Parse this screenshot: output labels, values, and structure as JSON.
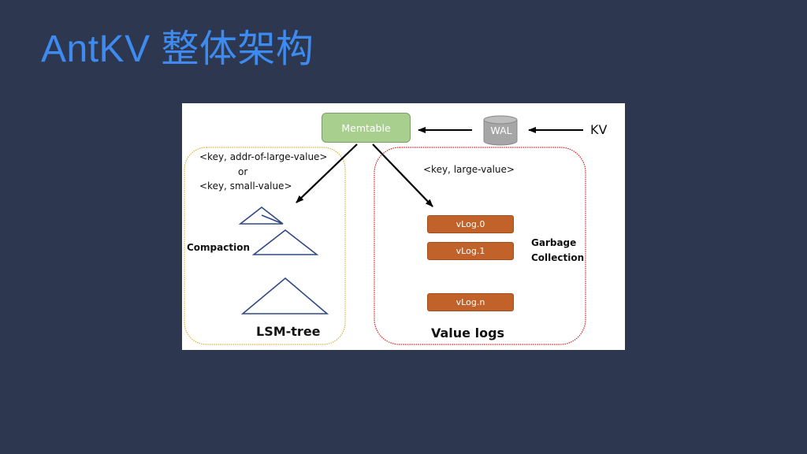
{
  "slide": {
    "title": "AntKV 整体架构",
    "background_color": "#2d3850",
    "title_color": "#3d8bf0"
  },
  "diagram": {
    "nodes": {
      "memtable": "Memtable",
      "wal": "WAL",
      "kv": "KV",
      "vlogs": [
        "vLog.0",
        "vLog.1",
        "vLog.n"
      ]
    },
    "labels": {
      "lsm_key_addr": "<key, addr-of-large-value>",
      "lsm_or": "or",
      "lsm_key_small": "<key, small-value>",
      "vlog_key_large": "<key, large-value>",
      "compaction": "Compaction",
      "lsm_tree": "LSM-tree",
      "garbage": "Garbage",
      "collection": "Collection",
      "value_logs": "Value logs"
    },
    "edges": [
      {
        "from": "KV",
        "to": "WAL"
      },
      {
        "from": "WAL",
        "to": "Memtable"
      },
      {
        "from": "Memtable",
        "to": "LSM-tree"
      },
      {
        "from": "Memtable",
        "to": "Value logs"
      }
    ],
    "colors": {
      "memtable_fill": "#a8cf8e",
      "vlog_fill": "#c0622a",
      "wal_fill": "#a6a6a6",
      "lsm_border": "#e0b040",
      "vlog_border": "#d42020",
      "triangle_stroke": "#2f4a82"
    }
  }
}
